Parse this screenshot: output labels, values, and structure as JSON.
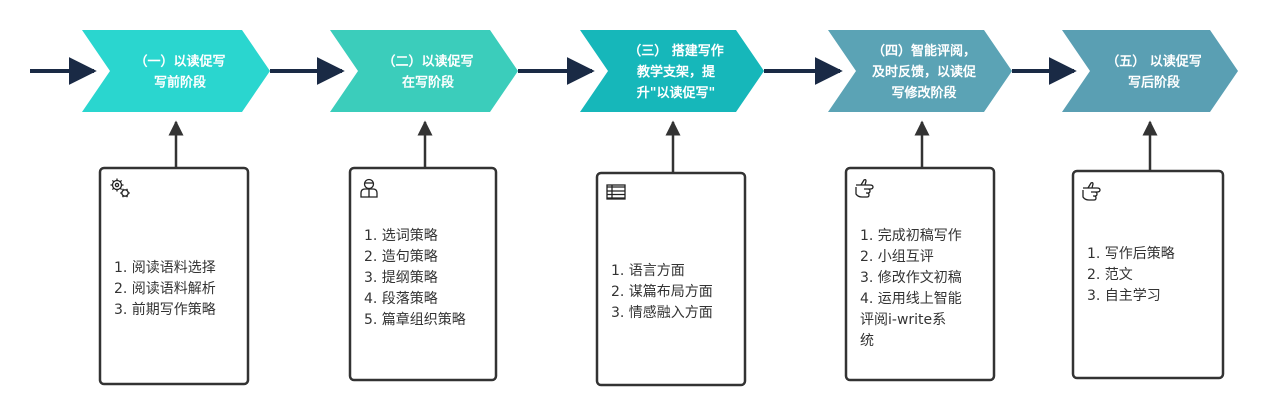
{
  "colors": {
    "line": "#1a2a45",
    "box_border": "#333333",
    "stage_fills": [
      "#2ad6cf",
      "#3bcdbb",
      "#16b7ba",
      "#5ba3b5",
      "#5a9fb3"
    ]
  },
  "stages": [
    {
      "title_lines": [
        "（一）以读促写",
        "写前阶段"
      ],
      "icon": "gears-icon",
      "items": [
        "1. 阅读语料选择",
        "2. 阅读语料解析",
        "3. 前期写作策略"
      ]
    },
    {
      "title_lines": [
        "（二）以读促写",
        "在写阶段"
      ],
      "icon": "person-icon",
      "items": [
        "1. 选词策略",
        "2. 造句策略",
        "3. 提纲策略",
        "4. 段落策略",
        "5. 篇章组织策略"
      ]
    },
    {
      "title_lines": [
        "（三） 搭建写作",
        "教学支架，提",
        "升\"以读促写\""
      ],
      "icon": "table-icon",
      "items": [
        "1. 语言方面",
        "2. 谋篇布局方面",
        "3. 情感融入方面"
      ]
    },
    {
      "title_lines": [
        "（四）智能评阅，",
        "及时反馈，以读促",
        "写修改阶段"
      ],
      "icon": "pointing-hand-icon",
      "items": [
        "1. 完成初稿写作",
        "2. 小组互评",
        "3. 修改作文初稿",
        "4. 运用线上智能",
        "评阅i-write系",
        "统"
      ]
    },
    {
      "title_lines": [
        "（五） 以读促写",
        "写后阶段"
      ],
      "icon": "pointing-hand-icon",
      "items": [
        "1. 写作后策略",
        "2. 范文",
        "3. 自主学习"
      ]
    }
  ]
}
